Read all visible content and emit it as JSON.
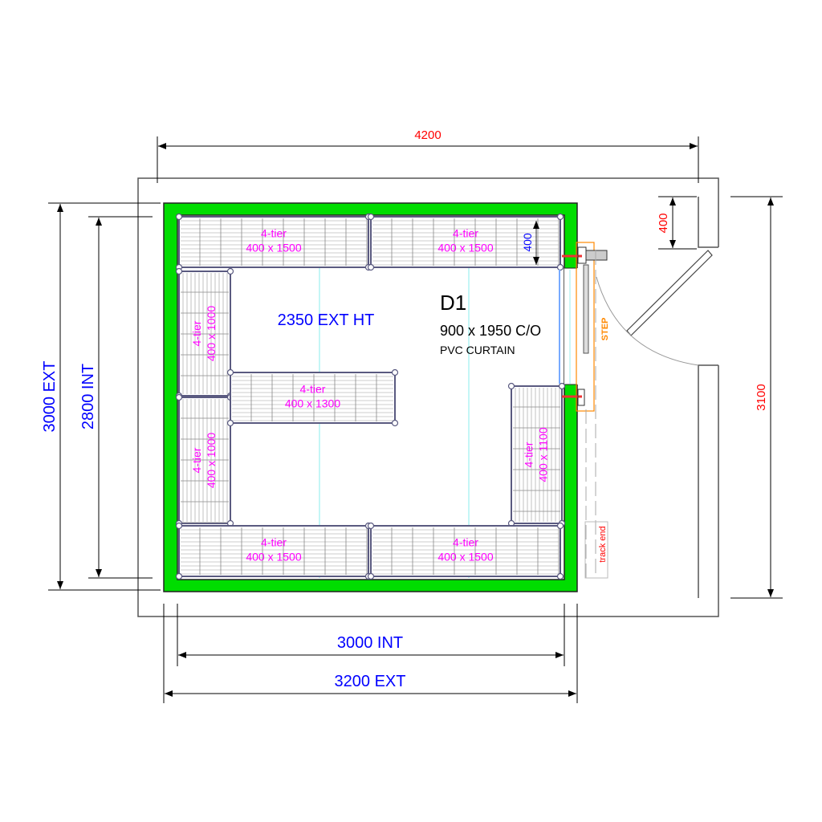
{
  "dimensions": {
    "overall_width": "4200",
    "overall_depth": "3100",
    "ext_depth": "3000 EXT",
    "int_depth": "2800 INT",
    "int_width": "3000 INT",
    "ext_width": "3200 EXT",
    "door_offset": "400",
    "shelf_depth_marker": "400"
  },
  "room": {
    "height_label": "2350 EXT HT",
    "door_id": "D1",
    "door_size": "900 x 1950 C/O",
    "door_type": "PVC CURTAIN",
    "step_label": "STEP",
    "track_end_label": "track end"
  },
  "shelves": [
    {
      "tier": "4-tier",
      "size": "400 x 1500"
    },
    {
      "tier": "4-tier",
      "size": "400 x 1500"
    },
    {
      "tier": "4-tier",
      "size": "400 x 1000"
    },
    {
      "tier": "4-tier",
      "size": "400 x 1000"
    },
    {
      "tier": "4-tier",
      "size": "400 x 1300"
    },
    {
      "tier": "4-tier",
      "size": "400 x 1100"
    },
    {
      "tier": "4-tier",
      "size": "400 x 1500"
    },
    {
      "tier": "4-tier",
      "size": "400 x 1500"
    }
  ],
  "colors": {
    "wall": "#00dd00",
    "shelf": "#5a5a80",
    "shelf_text": "#ff00ff",
    "dim_red": "#ff0000",
    "dim_blue": "#0000ff",
    "step": "#ff8800"
  }
}
